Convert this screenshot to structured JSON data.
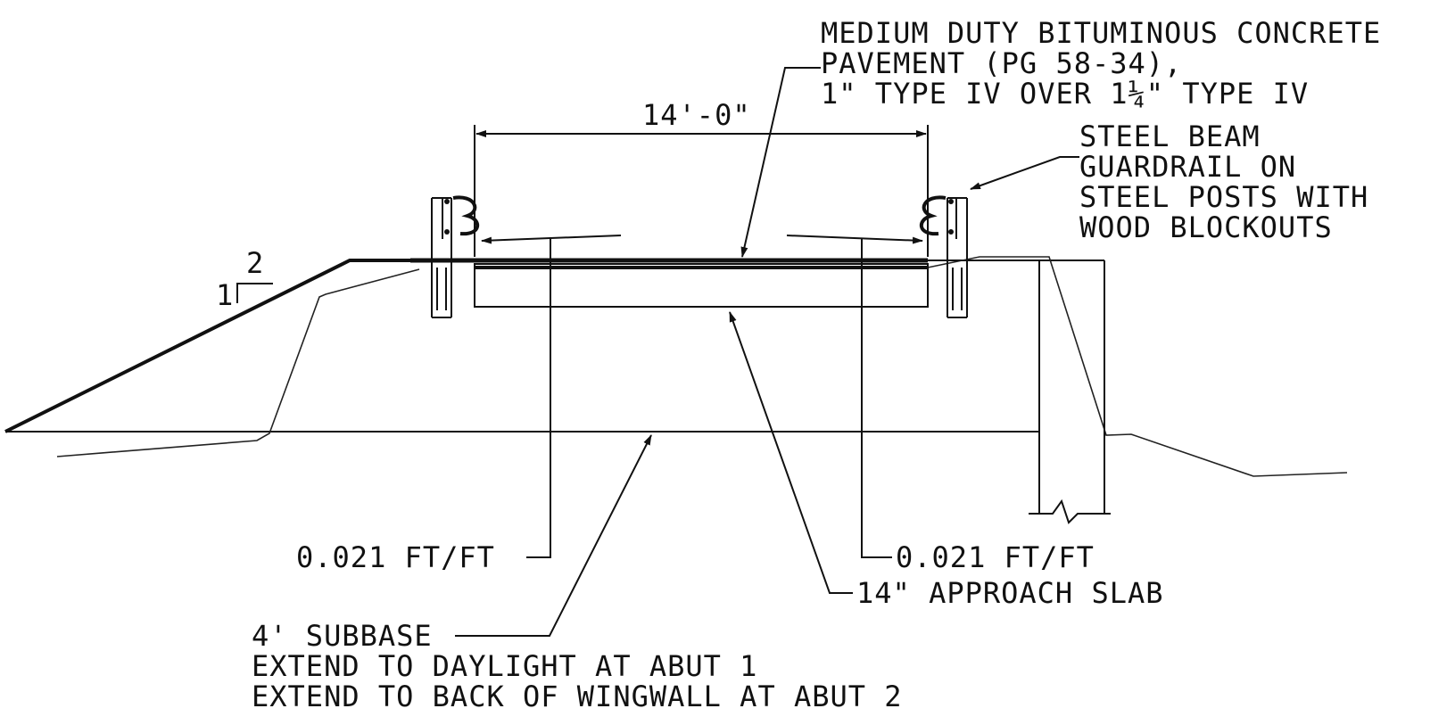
{
  "labels": {
    "pavement_line1": "MEDIUM DUTY BITUMINOUS CONCRETE",
    "pavement_line2": "PAVEMENT (PG 58-34),",
    "pavement_line3": "1\" TYPE IV OVER 1¼\" TYPE IV",
    "width_dimension": "14'-0\"",
    "guardrail_line1": "STEEL BEAM",
    "guardrail_line2": "GUARDRAIL ON",
    "guardrail_line3": "STEEL POSTS WITH",
    "guardrail_line4": "WOOD BLOCKOUTS",
    "slope_rise": "1",
    "slope_run": "2",
    "cross_slope_left": "0.021 FT/FT",
    "cross_slope_right": "0.021 FT/FT",
    "approach_slab": "14\" APPROACH SLAB",
    "subbase_line1": "4' SUBBASE",
    "subbase_line2": "EXTEND TO DAYLIGHT AT ABUT 1",
    "subbase_line3": "EXTEND TO BACK OF WINGWALL AT ABUT 2"
  },
  "colors": {
    "linework": "#111111",
    "background": "#ffffff"
  }
}
